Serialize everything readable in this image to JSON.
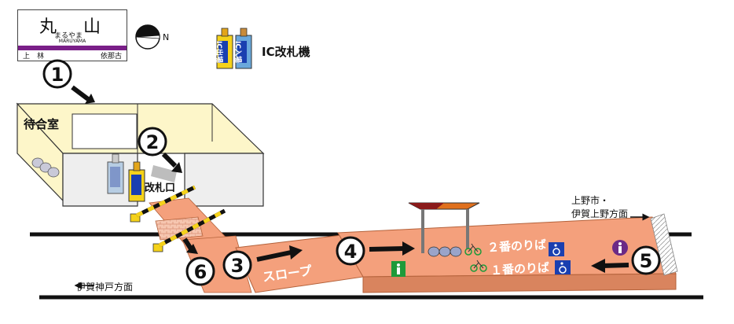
{
  "station_sign": {
    "name": "丸　山",
    "kana": "まるやま",
    "roman": "MARUYAMA",
    "left_station": "上　林",
    "right_station": "依那古"
  },
  "compass": {
    "label": "N"
  },
  "legend": {
    "ic_gate_label": "IC改札機"
  },
  "ic_machine": {
    "entry_label": "IC入場",
    "exit_label": "IC出場"
  },
  "building": {
    "waiting_room": "待合室",
    "ticket_gate": "改札口"
  },
  "ramp": {
    "label": "スロープ"
  },
  "platform": {
    "track2": "２番のりば",
    "track1": "１番のりば"
  },
  "directions": {
    "ueno": "上野市・",
    "ueno_line2": "伊賀上野方面",
    "iga_kanbe": "伊賀神戸方面"
  },
  "steps": [
    {
      "num": "1"
    },
    {
      "num": "2"
    },
    {
      "num": "3"
    },
    {
      "num": "4"
    },
    {
      "num": "5"
    },
    {
      "num": "6"
    }
  ],
  "colors": {
    "line_purple": "#7a1f88",
    "path_orange": "#f4a07c",
    "building_fill": "#fdf6c9",
    "ic_yellow": "#f5d21a",
    "ic_blue": "#6aa8dc",
    "access_blue": "#1a3fb0",
    "toilet_green": "#1e9a3a",
    "toilet_purple": "#6b2a86"
  },
  "icons": [
    "wheelchair-icon",
    "toilet-icon",
    "bicycle-icon",
    "bench-icon",
    "compass-icon"
  ]
}
